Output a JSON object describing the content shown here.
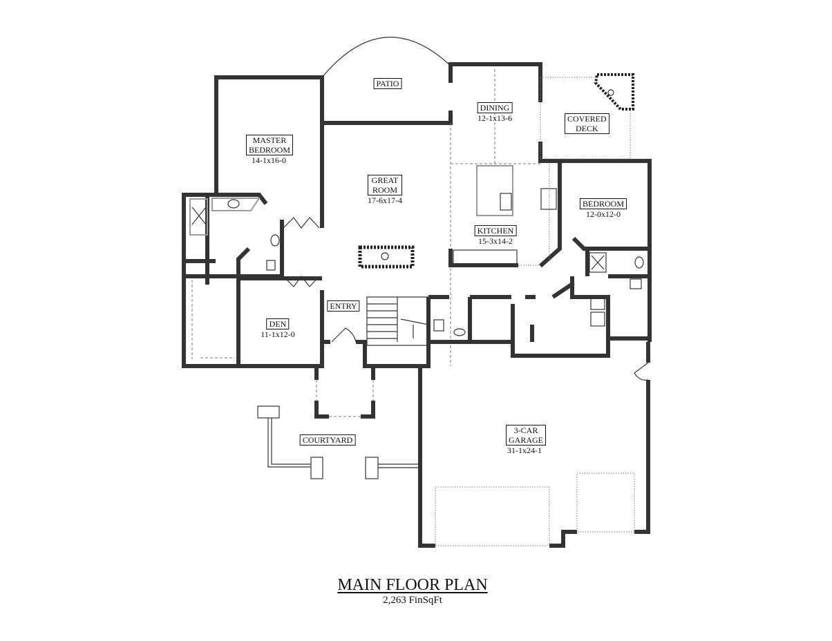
{
  "plan": {
    "title": "MAIN FLOOR PLAN",
    "area": "2,263 FinSqFt"
  },
  "rooms": {
    "patio": {
      "name": "PATIO"
    },
    "dining": {
      "name": "DINING",
      "size": "12-1x13-6"
    },
    "covered_deck": {
      "name": "COVERED DECK"
    },
    "master_bedroom": {
      "name": "MASTER BEDROOM",
      "size": "14-1x16-0"
    },
    "great_room": {
      "name": "GREAT ROOM",
      "size": "17-6x17-4"
    },
    "bedroom": {
      "name": "BEDROOM",
      "size": "12-0x12-0"
    },
    "kitchen": {
      "name": "KITCHEN",
      "size": "15-3x14-2"
    },
    "entry": {
      "name": "ENTRY"
    },
    "den": {
      "name": "DEN",
      "size": "11-1x12-0"
    },
    "courtyard": {
      "name": "COURTYARD"
    },
    "garage": {
      "name": "3-CAR GARAGE",
      "size": "31-1x24-1"
    }
  }
}
